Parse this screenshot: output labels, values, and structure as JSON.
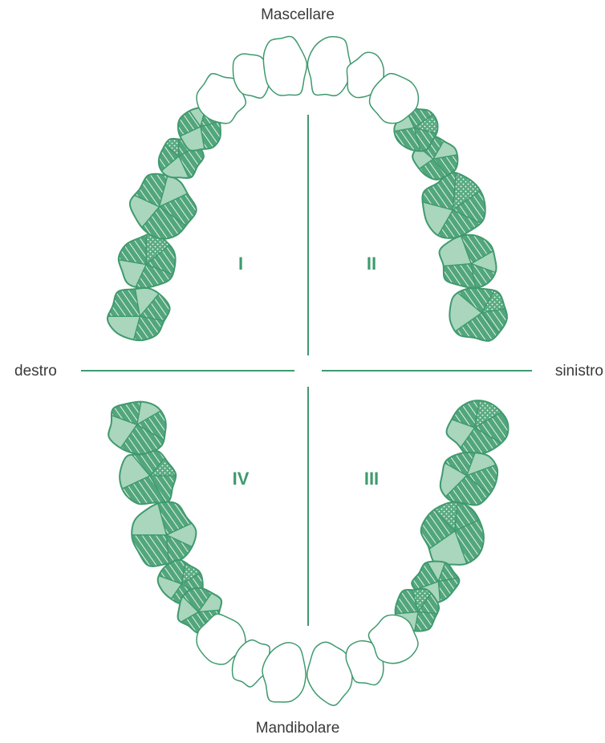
{
  "labels": {
    "top": "Mascellare",
    "bottom": "Mandibolare",
    "left": "destro",
    "right": "sinistro"
  },
  "quadrants": {
    "q1": "I",
    "q2": "II",
    "q3": "III",
    "q4": "IV"
  },
  "colors": {
    "accent": "#3f9a6e",
    "fill_light": "#a9d6bd",
    "fill_hatch": "#52a67b",
    "text": "#3a3a3a"
  },
  "teeth": {
    "upper": {
      "right_posterior": [
        "third-molar",
        "second-molar",
        "first-molar",
        "second-premolar",
        "first-premolar"
      ],
      "anterior": [
        "canine",
        "lateral-incisor",
        "central-incisor",
        "central-incisor",
        "lateral-incisor",
        "canine"
      ],
      "left_posterior": [
        "first-premolar",
        "second-premolar",
        "first-molar",
        "second-molar",
        "third-molar"
      ]
    },
    "lower": {
      "right_posterior": [
        "third-molar",
        "second-molar",
        "first-molar",
        "second-premolar",
        "first-premolar"
      ],
      "anterior": [
        "canine",
        "lateral-incisor",
        "central-incisor",
        "central-incisor",
        "lateral-incisor",
        "canine"
      ],
      "left_posterior": [
        "first-premolar",
        "second-premolar",
        "first-molar",
        "second-molar",
        "third-molar"
      ]
    }
  }
}
